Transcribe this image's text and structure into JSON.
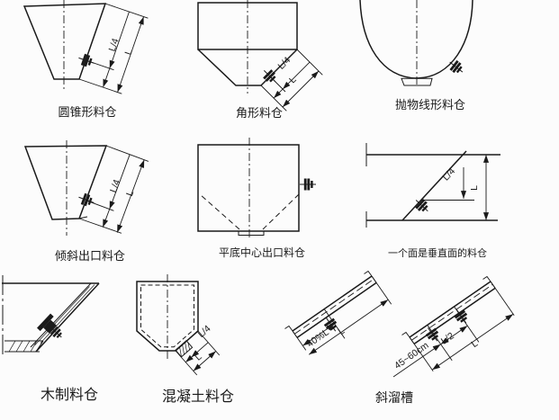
{
  "figure": {
    "background": "#fcfcfc",
    "ink": "#1a1a1a",
    "diagrams": {
      "cone": {
        "caption": "圆锥形料仓",
        "dim_quarter": "L/4",
        "dim_length": "L"
      },
      "angular": {
        "caption": "角形料仓",
        "dim_quarter": "L/4",
        "dim_length": "L"
      },
      "parabolic": {
        "caption": "抛物线形料仓"
      },
      "inclined_outlet": {
        "caption": "倾斜出口料仓",
        "dim_quarter": "L/4",
        "dim_length": "L"
      },
      "flat_bottom_center": {
        "caption": "平底中心出口料仓"
      },
      "vertical_face": {
        "caption": "一个面是垂直面的料仓",
        "dim_quarter": "L/4",
        "dim_length": "L"
      },
      "wooden": {
        "caption": "木制料仓"
      },
      "concrete": {
        "caption": "混凝土料仓",
        "dim_quarter": "L/4",
        "dim_length": "L"
      },
      "chutes": {
        "caption": "斜溜槽",
        "left": {
          "dim_position": "40%L",
          "dim_length": "L"
        },
        "right": {
          "dim_spacing": "L/2",
          "dim_length": "L",
          "dim_end_distance": "45~60cm"
        }
      }
    }
  }
}
